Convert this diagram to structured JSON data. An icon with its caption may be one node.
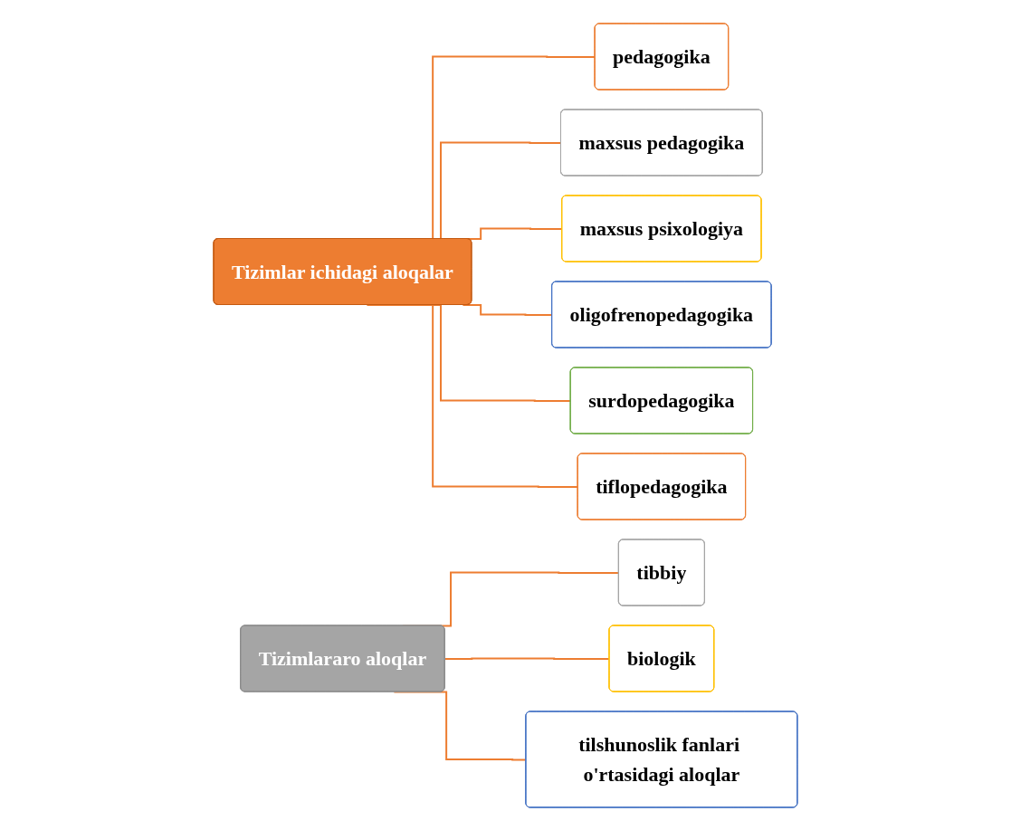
{
  "diagram": {
    "nodes": [
      {
        "text": [
          "Tizimlar ichidagi aloqalar"
        ]
      },
      {
        "text": [
          "pedagogika"
        ]
      },
      {
        "text": [
          "maxsus pedagogika"
        ]
      },
      {
        "text": [
          "maxsus psixologiya"
        ]
      },
      {
        "text": [
          "oligofrenopedagogika"
        ]
      },
      {
        "text": [
          "surdopedagogika"
        ]
      },
      {
        "text": [
          "tiflopedagogika"
        ]
      },
      {
        "text": [
          "Tizimlararo aloqlar"
        ]
      },
      {
        "text": [
          "tibbiy"
        ]
      },
      {
        "text": [
          "biologik"
        ]
      },
      {
        "text": [
          "tilshunoslik fanlari o'rtasidagi aloqlar"
        ]
      }
    ],
    "edges": [
      {
        "from": 0,
        "to": 1,
        "arrow": "none"
      },
      {
        "from": 0,
        "to": 2,
        "arrow": "none"
      },
      {
        "from": 0,
        "to": 3,
        "arrow": "none"
      },
      {
        "from": 0,
        "to": 4,
        "arrow": "none"
      },
      {
        "from": 0,
        "to": 5,
        "arrow": "none"
      },
      {
        "from": 0,
        "to": 6,
        "arrow": "none"
      },
      {
        "from": 7,
        "to": 8,
        "arrow": "none"
      },
      {
        "from": 7,
        "to": 9,
        "arrow": "none"
      },
      {
        "from": 7,
        "to": 10,
        "arrow": "none"
      }
    ]
  }
}
